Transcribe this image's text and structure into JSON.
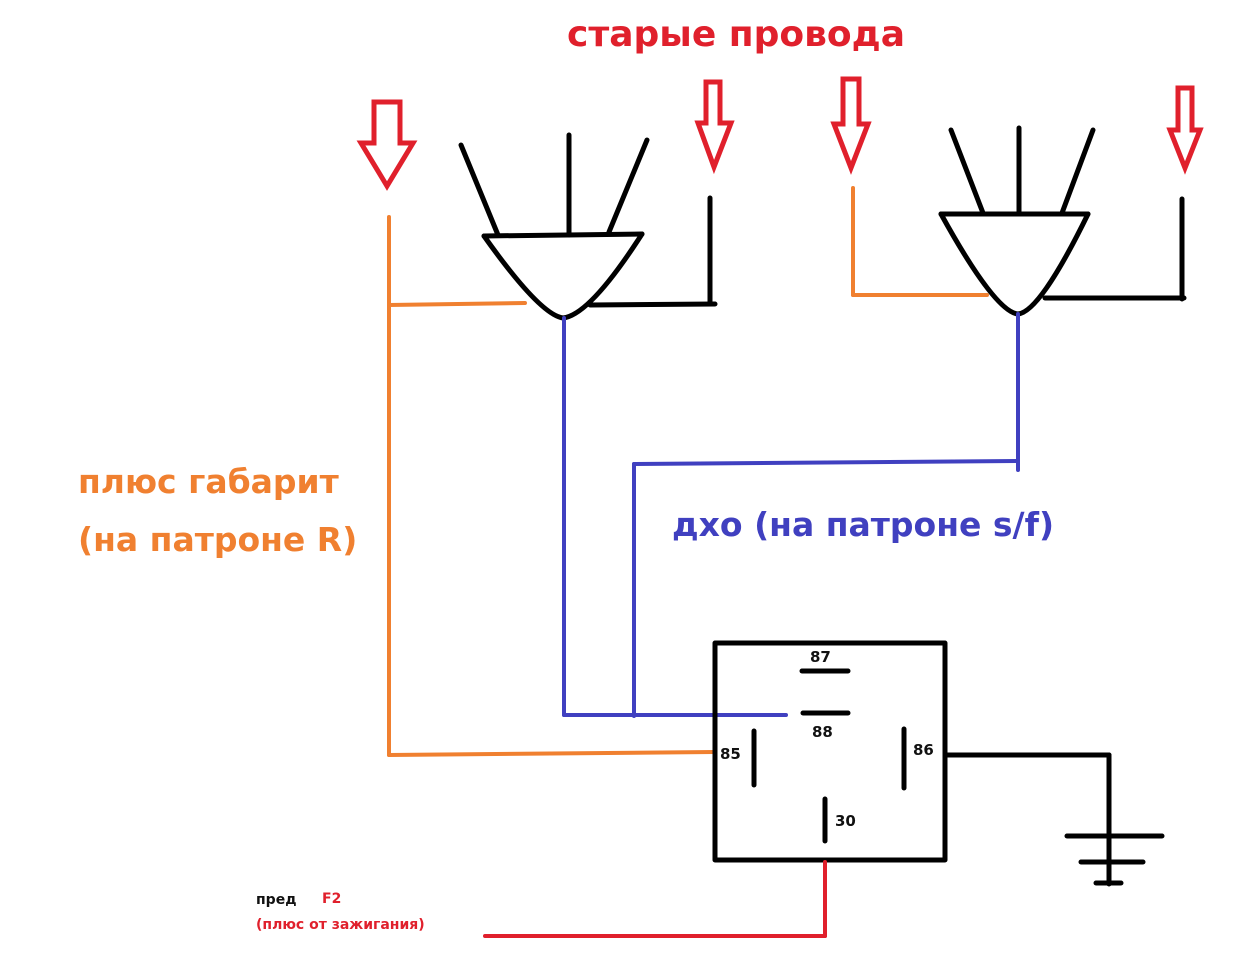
{
  "title": "старые провода",
  "labels": {
    "parking_plus_line1": "плюс габарит",
    "parking_plus_line2": "(на патроне R)",
    "drl": "дхо (на патроне s/f)",
    "note_prefix": "пред",
    "note_fuse": "F2",
    "note_ignition": "(плюс от зажигания)"
  },
  "relay": {
    "pins": [
      "87",
      "88",
      "85",
      "86",
      "30"
    ]
  },
  "components": {
    "bulb_sockets": 2,
    "old_wire_arrows": 4,
    "ground_symbol": "ground-icon"
  },
  "colors": {
    "title_red": "#e0202c",
    "parking_orange": "#f08030",
    "drl_blue": "#4040c0",
    "ignition_red": "#e0202c",
    "wire_black": "#000000"
  }
}
